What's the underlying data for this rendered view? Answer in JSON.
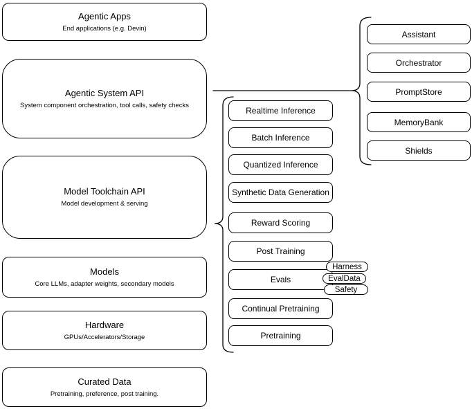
{
  "diagram": {
    "background_color": "#ffffff",
    "stroke_color": "#000000",
    "stack": [
      {
        "id": "agentic-apps",
        "title": "Agentic Apps",
        "subtitle": "End applications (e.g. Devin)"
      },
      {
        "id": "agentic-system-api",
        "title": "Agentic System API",
        "subtitle": "System component orchestration, tool calls, safety checks"
      },
      {
        "id": "model-toolchain-api",
        "title": "Model Toolchain API",
        "subtitle": "Model development & serving"
      },
      {
        "id": "models",
        "title": "Models",
        "subtitle": "Core LLMs, adapter weights, secondary models"
      },
      {
        "id": "hardware",
        "title": "Hardware",
        "subtitle": "GPUs/Accelerators/Storage"
      },
      {
        "id": "curated-data",
        "title": "Curated Data",
        "subtitle": "Pretraining, preference, post training."
      }
    ],
    "toolchain_items": [
      "Realtime Inference",
      "Batch Inference",
      "Quantized Inference",
      "Synthetic Data Generation",
      "Reward Scoring",
      "Post Training",
      "Evals",
      "Continual Pretraining",
      "Pretraining"
    ],
    "evals_tags": [
      "Harness",
      "EvalData",
      "Safety"
    ],
    "system_components": [
      "Assistant",
      "Orchestrator",
      "PromptStore",
      "MemoryBank",
      "Shields"
    ]
  }
}
